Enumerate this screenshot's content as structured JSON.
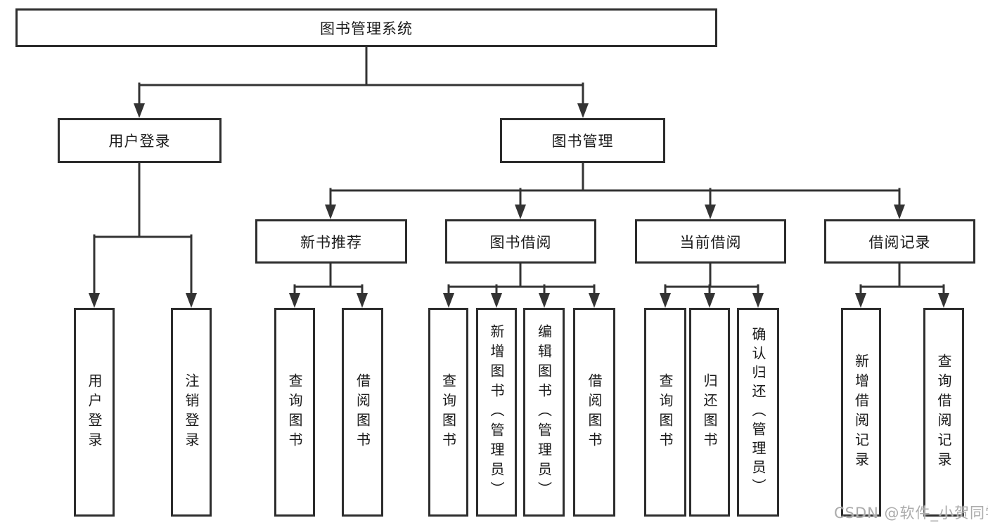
{
  "diagram": {
    "root": {
      "label": "图书管理系统"
    },
    "branches": {
      "user_login": {
        "label": "用户登录"
      },
      "book_mgmt": {
        "label": "图书管理"
      }
    },
    "sections": {
      "new_books": {
        "label": "新书推荐"
      },
      "book_borrow": {
        "label": "图书借阅"
      },
      "current_borrow": {
        "label": "当前借阅"
      },
      "borrow_records": {
        "label": "借阅记录"
      }
    },
    "leaves": [
      {
        "label": "用户登录"
      },
      {
        "label": "注销登录"
      },
      {
        "label": "查询图书"
      },
      {
        "label": "借阅图书"
      },
      {
        "label": "查询图书"
      },
      {
        "label": "新增图书（管理员）"
      },
      {
        "label": "编辑图书（管理员）"
      },
      {
        "label": "借阅图书"
      },
      {
        "label": "查询图书"
      },
      {
        "label": "归还图书"
      },
      {
        "label": "确认归还（管理员）"
      },
      {
        "label": "新增借阅记录"
      },
      {
        "label": "查询借阅记录"
      }
    ],
    "colors": {
      "line": "#333333",
      "box_border": "#2d2d2d",
      "text": "#1a1a1a",
      "watermark": "#ababab"
    },
    "watermark": "CSDN @软件_小贺同学"
  }
}
